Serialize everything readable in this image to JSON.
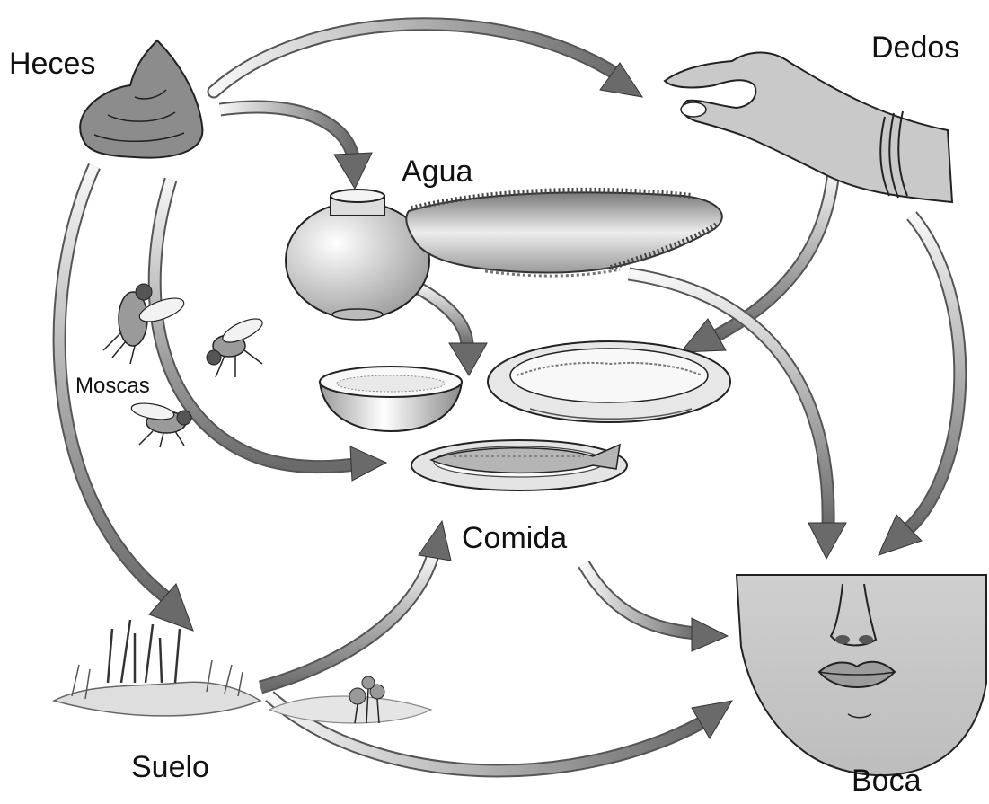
{
  "labels": {
    "heces": "Heces",
    "dedos": "Dedos",
    "agua": "Agua",
    "moscas": "Moscas",
    "comida": "Comida",
    "suelo": "Suelo",
    "boca": "Boca"
  },
  "colors": {
    "arrow_light": "#f4f4f4",
    "arrow_dark": "#6a6a6a",
    "skin": "#c8c8c8",
    "outline": "#222222"
  }
}
